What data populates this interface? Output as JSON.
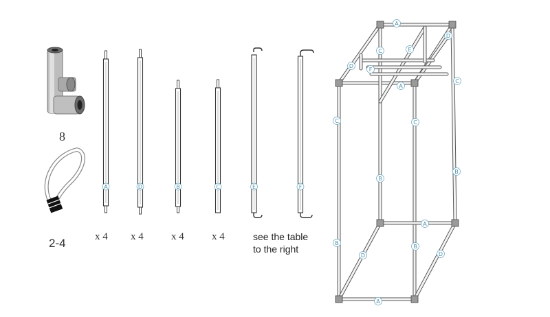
{
  "parts": {
    "connector_count": "8",
    "strap_count": "2-4",
    "poles": [
      {
        "letter": "A",
        "qty": "x 4"
      },
      {
        "letter": "D",
        "qty": "x 4"
      },
      {
        "letter": "B",
        "qty": "x 4"
      },
      {
        "letter": "C",
        "qty": "x 4"
      },
      {
        "letter": "E"
      },
      {
        "letter": "F"
      }
    ],
    "note_line1": "see the table",
    "note_line2": "to the right"
  },
  "frame_labels": [
    "A",
    "D",
    "C",
    "E",
    "D",
    "F",
    "A",
    "C",
    "C",
    "C",
    "B",
    "B",
    "A",
    "B",
    "B",
    "D",
    "D",
    "A"
  ]
}
